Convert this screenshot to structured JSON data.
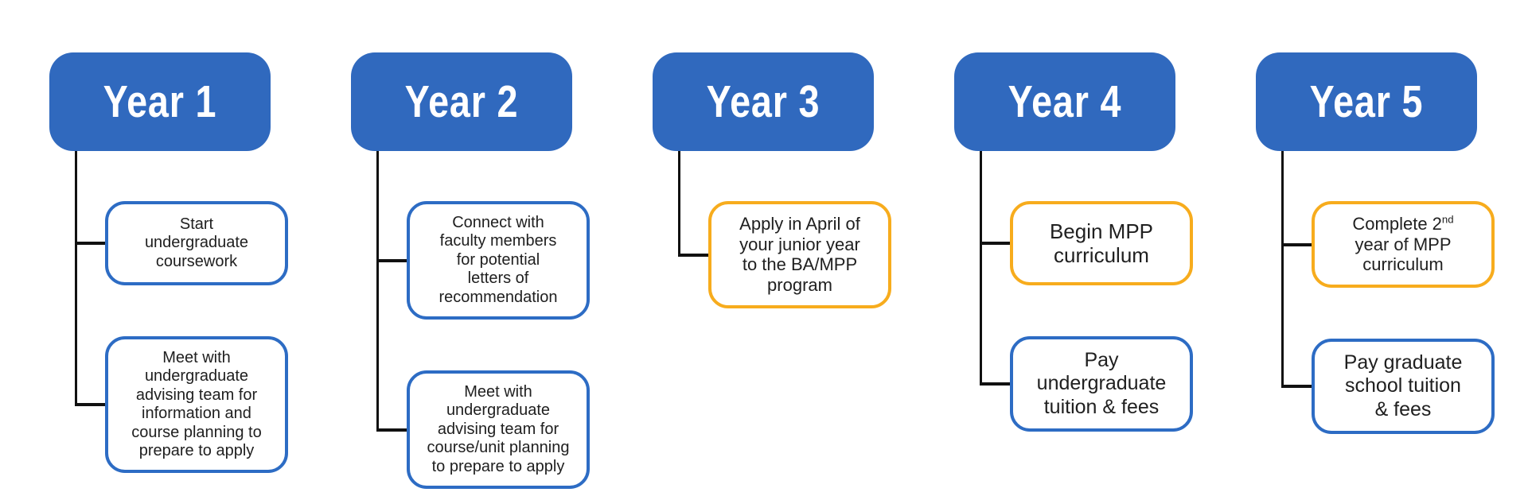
{
  "colors": {
    "primary_blue": "#3069BE",
    "outline_blue": "#2D6CC4",
    "outline_gold": "#F7AC1D",
    "connector": "#111111",
    "text": "#202020",
    "header_text": "#FFFFFF",
    "background": "#FFFFFF"
  },
  "columns": [
    {
      "title": "Year 1",
      "tasks": [
        {
          "accent": "blue",
          "text": "Start\nundergraduate\ncoursework"
        },
        {
          "accent": "blue",
          "text": "Meet with\nundergraduate\nadvising team for\ninformation and\ncourse planning to\nprepare to apply"
        }
      ]
    },
    {
      "title": "Year 2",
      "tasks": [
        {
          "accent": "blue",
          "text": "Connect with\nfaculty members\nfor potential\nletters of\nrecommendation"
        },
        {
          "accent": "blue",
          "text": "Meet with\nundergraduate\nadvising team for\ncourse/unit planning\nto prepare to apply"
        }
      ]
    },
    {
      "title": "Year 3",
      "tasks": [
        {
          "accent": "gold",
          "text": "Apply in April of\nyour junior year\nto the BA/MPP\nprogram"
        }
      ]
    },
    {
      "title": "Year 4",
      "tasks": [
        {
          "accent": "gold",
          "text": "Begin MPP\ncurriculum"
        },
        {
          "accent": "blue",
          "text": "Pay\nundergraduate\ntuition & fees"
        }
      ]
    },
    {
      "title": "Year 5",
      "tasks": [
        {
          "accent": "gold",
          "text_start": "Complete 2",
          "superscript": "nd",
          "text_end": "year of MPP\ncurriculum"
        },
        {
          "accent": "blue",
          "text": "Pay graduate\nschool tuition\n& fees"
        }
      ]
    }
  ]
}
